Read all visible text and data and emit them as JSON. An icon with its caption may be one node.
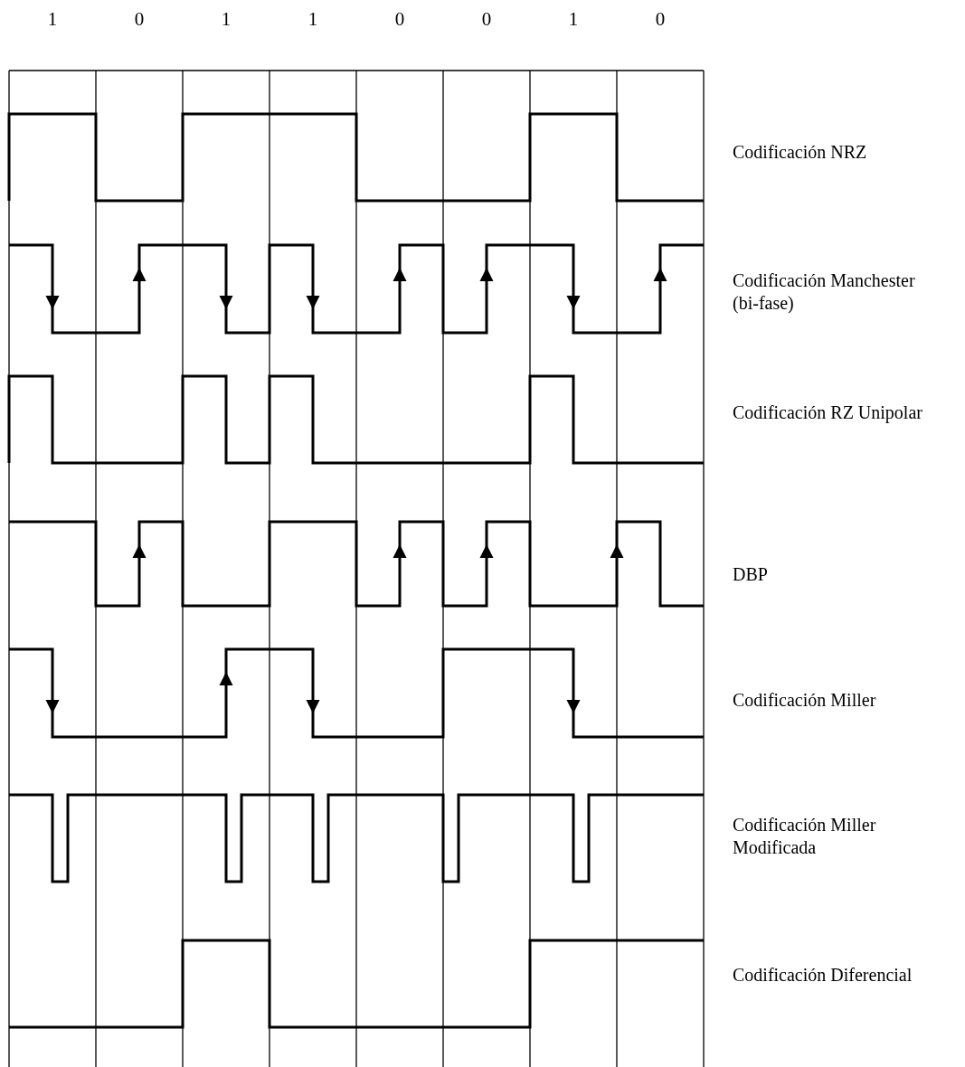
{
  "diagram": {
    "labels": [
      "1",
      "0",
      "1",
      "1",
      "0",
      "0",
      "1",
      "0",
      "Codificación NRZ",
      "Codificación Manchester (bi-fase)",
      "Codificación RZ Unipolar",
      "DBP",
      "Codificación Miller",
      "Codificación Miller Modificada",
      "Codificación Diferencial"
    ]
  }
}
